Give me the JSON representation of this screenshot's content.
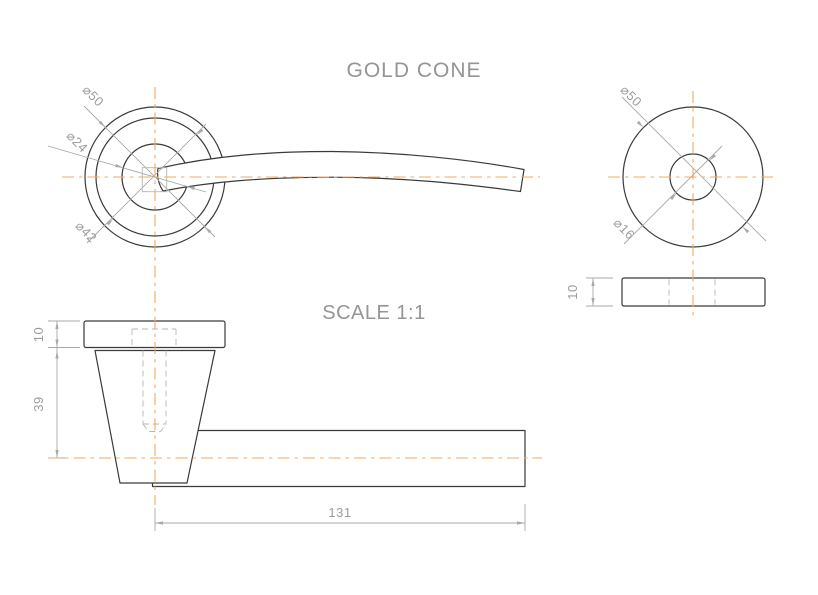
{
  "title": "GOLD CONE",
  "scale_label": "SCALE 1:1",
  "front_view": {
    "dia_rose": "⌀50",
    "dia_spindle": "⌀24",
    "dia_ring": "⌀42"
  },
  "rose_view": {
    "dia_outer": "⌀50",
    "dia_hole": "⌀16"
  },
  "side_view": {
    "rose_thickness": "10",
    "neck_height": "39",
    "lever_length": "131"
  },
  "rose_side_view": {
    "thickness": "10"
  },
  "colors": {
    "outline": "#3a3a3a",
    "dimension": "#a9a9a9",
    "label_text": "#9c9c9c",
    "centerline": "#f0a860"
  }
}
